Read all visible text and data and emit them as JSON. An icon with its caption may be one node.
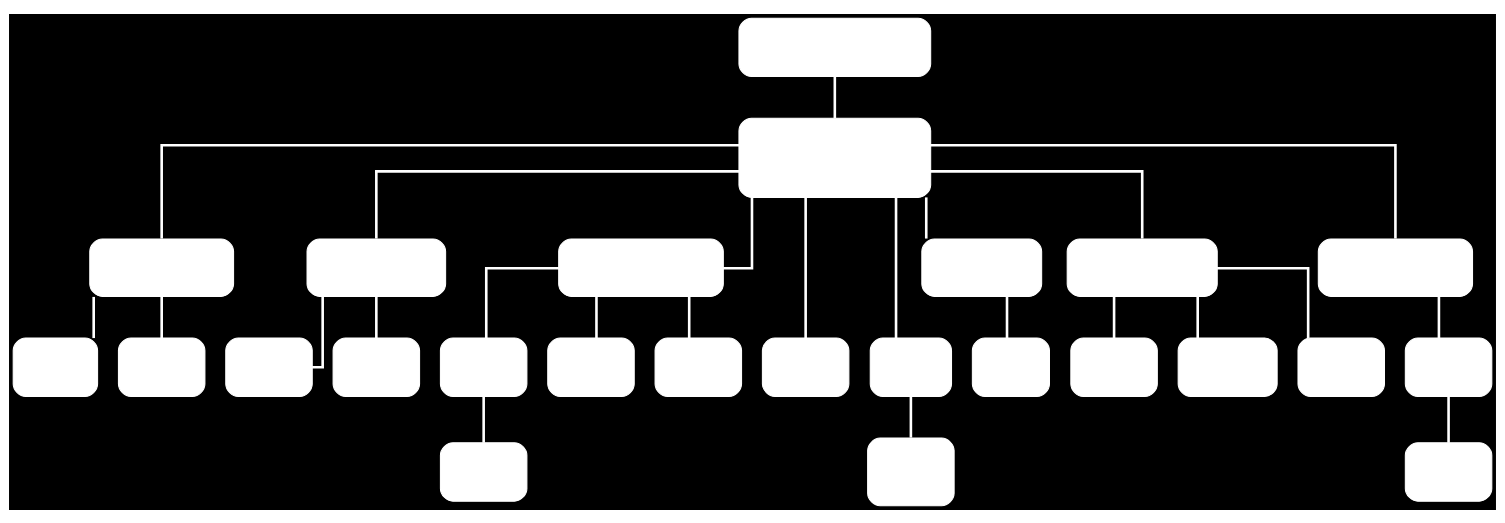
{
  "diagram": {
    "nodes": [
      {
        "text": [],
        "shape": "box"
      },
      {
        "text": [],
        "shape": "box"
      },
      {
        "text": [],
        "shape": "box"
      },
      {
        "text": [],
        "shape": "box"
      },
      {
        "text": [],
        "shape": "box"
      },
      {
        "text": [],
        "shape": "box"
      },
      {
        "text": [],
        "shape": "box"
      },
      {
        "text": [],
        "shape": "box"
      },
      {
        "text": [],
        "shape": "box"
      },
      {
        "text": [],
        "shape": "box"
      },
      {
        "text": [],
        "shape": "box"
      },
      {
        "text": [],
        "shape": "box"
      },
      {
        "text": [],
        "shape": "box"
      },
      {
        "text": [],
        "shape": "box"
      },
      {
        "text": [],
        "shape": "box"
      },
      {
        "text": [],
        "shape": "box"
      },
      {
        "text": [],
        "shape": "box"
      },
      {
        "text": [],
        "shape": "box"
      },
      {
        "text": [],
        "shape": "box"
      },
      {
        "text": [],
        "shape": "box"
      },
      {
        "text": [],
        "shape": "box"
      },
      {
        "text": [],
        "shape": "box"
      },
      {
        "text": [],
        "shape": "box"
      },
      {
        "text": [],
        "shape": "box"
      },
      {
        "text": [],
        "shape": "box"
      }
    ],
    "edges": [
      {
        "from": 0,
        "to": 1,
        "arrow": "none"
      },
      {
        "from": 1,
        "to": 2,
        "arrow": "none"
      },
      {
        "from": 1,
        "to": 3,
        "arrow": "none"
      },
      {
        "from": 1,
        "to": 4,
        "arrow": "none"
      },
      {
        "from": 1,
        "to": 15,
        "arrow": "none"
      },
      {
        "from": 1,
        "to": 16,
        "arrow": "none"
      },
      {
        "from": 1,
        "to": 5,
        "arrow": "none"
      },
      {
        "from": 1,
        "to": 6,
        "arrow": "none"
      },
      {
        "from": 1,
        "to": 7,
        "arrow": "none"
      },
      {
        "from": 2,
        "to": 8,
        "arrow": "none"
      },
      {
        "from": 2,
        "to": 9,
        "arrow": "none"
      },
      {
        "from": 3,
        "to": 10,
        "arrow": "none"
      },
      {
        "from": 3,
        "to": 11,
        "arrow": "none"
      },
      {
        "from": 4,
        "to": 12,
        "arrow": "none"
      },
      {
        "from": 4,
        "to": 13,
        "arrow": "none"
      },
      {
        "from": 4,
        "to": 14,
        "arrow": "none"
      },
      {
        "from": 5,
        "to": 17,
        "arrow": "none"
      },
      {
        "from": 6,
        "to": 18,
        "arrow": "none"
      },
      {
        "from": 6,
        "to": 19,
        "arrow": "none"
      },
      {
        "from": 6,
        "to": 20,
        "arrow": "none"
      },
      {
        "from": 7,
        "to": 21,
        "arrow": "none"
      },
      {
        "from": 12,
        "to": 22,
        "arrow": "none"
      },
      {
        "from": 16,
        "to": 23,
        "arrow": "none"
      },
      {
        "from": 21,
        "to": 24,
        "arrow": "none"
      }
    ]
  }
}
